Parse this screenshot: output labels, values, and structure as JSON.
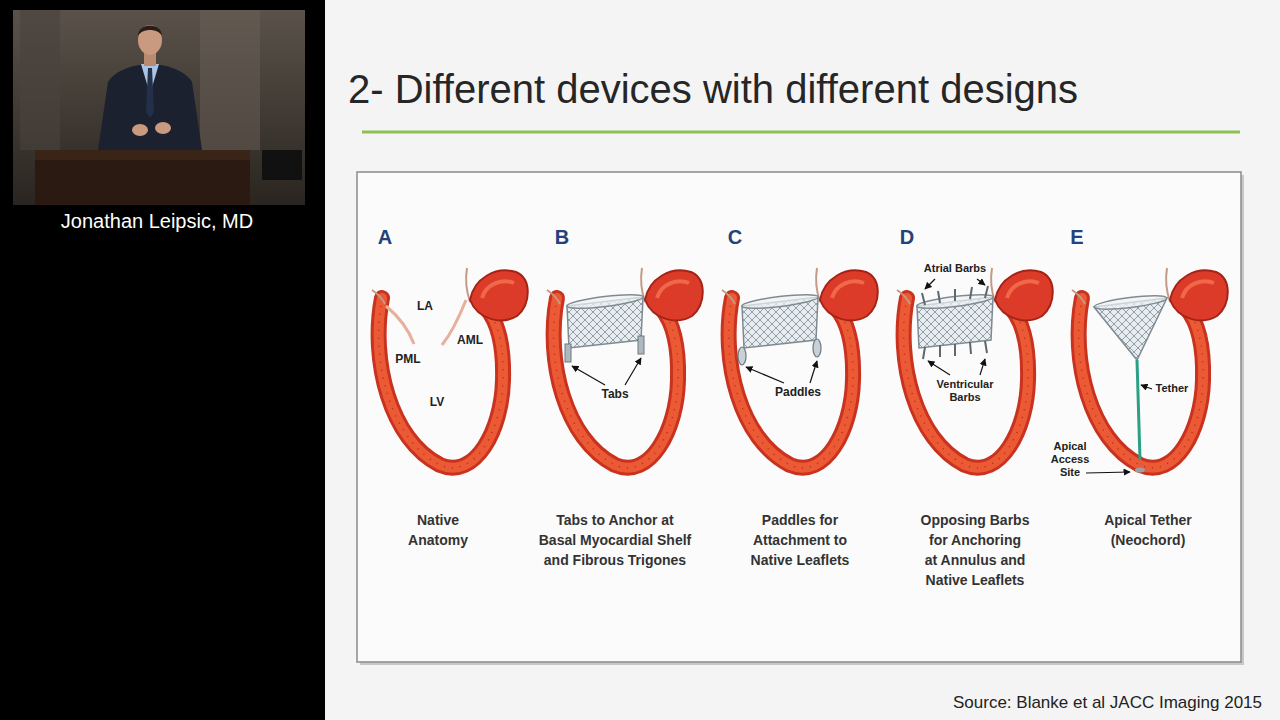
{
  "diagram": {
    "title": "2- Different devices with different designs",
    "caption": "Source: Blanke et al JACC Imaging 2015",
    "labels": [
      "Jonathan Leipsic, MD",
      "A",
      "B",
      "C",
      "D",
      "E",
      "LA",
      "AML",
      "PML",
      "LV",
      "Tabs",
      "Paddles",
      "Atrial Barbs",
      "Ventricular Barbs",
      "Tether",
      "Apical Access Site",
      "Native Anatomy",
      "Tabs to Anchor at Basal Myocardial Shelf and Fibrous Trigones",
      "Paddles for Attachment to Native Leaflets",
      "Opposing Barbs for Anchoring at Annulus and Native Leaflets",
      "Apical Tether (Neochord)"
    ]
  }
}
